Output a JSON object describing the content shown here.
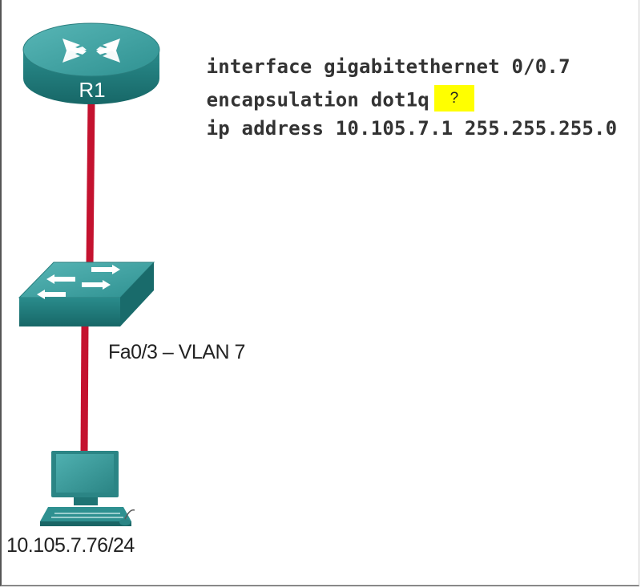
{
  "router": {
    "name": "R1"
  },
  "config": {
    "line1": "interface gigabitethernet 0/0.7",
    "line2": "encapsulation dot1q",
    "line2_answer": "?",
    "line3": "ip address 10.105.7.1 255.255.255.0"
  },
  "switch": {
    "port_label": "Fa0/3 – VLAN 7"
  },
  "pc": {
    "ip_label": "10.105.7.76/24"
  },
  "colors": {
    "device_teal": "#2f9797",
    "device_teal_dark": "#1d7373",
    "link_red": "#c4122f",
    "highlight_yellow": "#ffff00"
  }
}
